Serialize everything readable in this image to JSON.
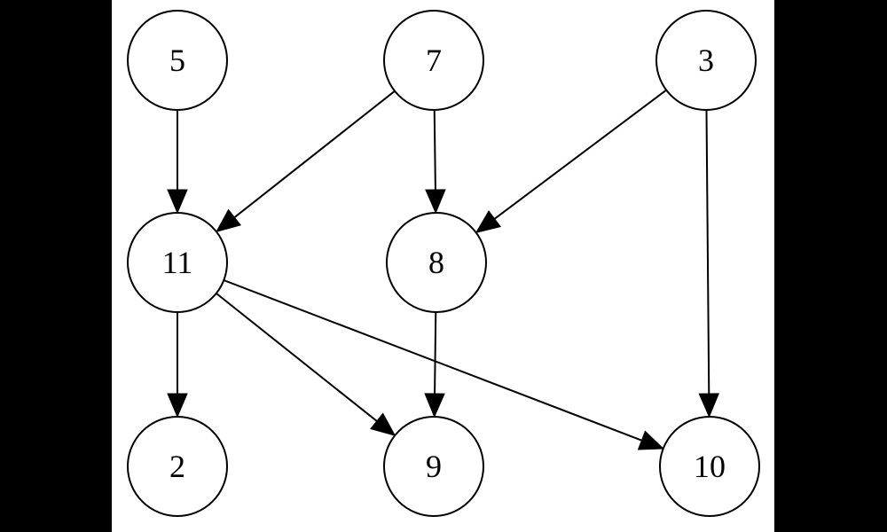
{
  "graph": {
    "nodes": [
      {
        "id": "5",
        "label": "5"
      },
      {
        "id": "7",
        "label": "7"
      },
      {
        "id": "3",
        "label": "3"
      },
      {
        "id": "11",
        "label": "11"
      },
      {
        "id": "8",
        "label": "8"
      },
      {
        "id": "2",
        "label": "2"
      },
      {
        "id": "9",
        "label": "9"
      },
      {
        "id": "10",
        "label": "10"
      }
    ],
    "edges": [
      {
        "from": "5",
        "to": "11"
      },
      {
        "from": "7",
        "to": "11"
      },
      {
        "from": "7",
        "to": "8"
      },
      {
        "from": "3",
        "to": "8"
      },
      {
        "from": "3",
        "to": "10"
      },
      {
        "from": "11",
        "to": "2"
      },
      {
        "from": "11",
        "to": "9"
      },
      {
        "from": "11",
        "to": "10"
      },
      {
        "from": "8",
        "to": "9"
      }
    ],
    "colors": {
      "background": "#ffffff",
      "frame": "#000000",
      "stroke": "#000000"
    }
  }
}
